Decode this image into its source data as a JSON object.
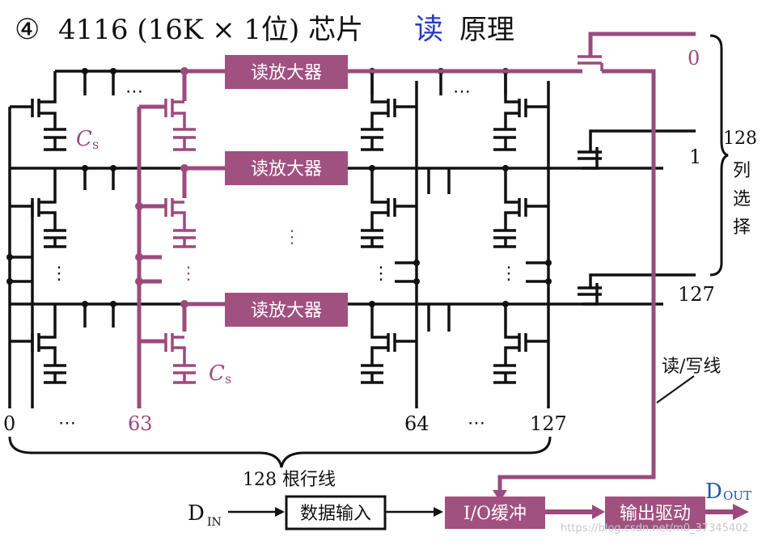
{
  "title": {
    "number": "④",
    "main": "4116 (16K × 1位) 芯片",
    "highlight": "读",
    "suffix": "原理"
  },
  "sense_amp_label": "读放大器",
  "capacitor_label": {
    "letter": "C",
    "subscript": "s"
  },
  "column_numbers": [
    "0",
    "1",
    "127"
  ],
  "column_select": [
    "128",
    "列",
    "选",
    "择"
  ],
  "row_numbers": {
    "left_first": "0",
    "left_mid": "63",
    "right_first": "64",
    "right_last": "127",
    "ellipsis": "⋯"
  },
  "row_line_label": "128 根行线",
  "rw_line_label": "读/写线",
  "din": {
    "main": "D",
    "sub": "IN"
  },
  "data_input_label": "数据输入",
  "io_buffer_label": "I/O缓冲",
  "output_driver_label": "输出驱动",
  "dout": {
    "main": "D",
    "sub": "OUT"
  },
  "watermark": "https://blog.csdn.net/m0_37345402",
  "colors": {
    "accent": "#9b4a7d",
    "accent_fill": "#a0517f",
    "black": "#111111",
    "highlight_blue": "#2b3cc7",
    "dout_blue": "#1f5aa6"
  }
}
